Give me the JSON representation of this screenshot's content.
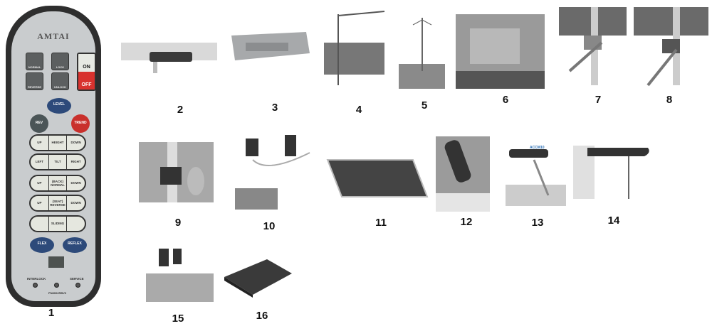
{
  "remote": {
    "brand": "AMTAI",
    "normal": "NORMAL",
    "lock": "LOCK",
    "on": "ON",
    "reverse": "REVERSE",
    "unlock": "UNLOCK",
    "off": "OFF",
    "level": "LEVEL",
    "rev": "REV",
    "trend": "TREND",
    "rows": [
      [
        "UP",
        "HEIGHT",
        "DOWN"
      ],
      [
        "LEFT",
        "TILT",
        "RIGHT"
      ],
      [
        "UP",
        "(BACK) NORMAL",
        "DOWN"
      ],
      [
        "UP",
        "(SEAT) REVERSE",
        "DOWN"
      ],
      [
        "",
        "SLIDING",
        ""
      ]
    ],
    "flex": "FLEX",
    "reflex": "REFLEX",
    "interlock": "INTERLOCK",
    "service": "SERVICE",
    "model": "PN8002RBV0",
    "colors": {
      "body": "#2e2e2e",
      "face": "#c9ccce",
      "off": "#d8322e",
      "level": "#2d4a7a",
      "rev": "#4b5557"
    }
  },
  "items": [
    "1",
    "2",
    "3",
    "4",
    "5",
    "6",
    "7",
    "8",
    "9",
    "10",
    "11",
    "12",
    "13",
    "14",
    "15",
    "16"
  ],
  "item13_tag": "ACCM10"
}
